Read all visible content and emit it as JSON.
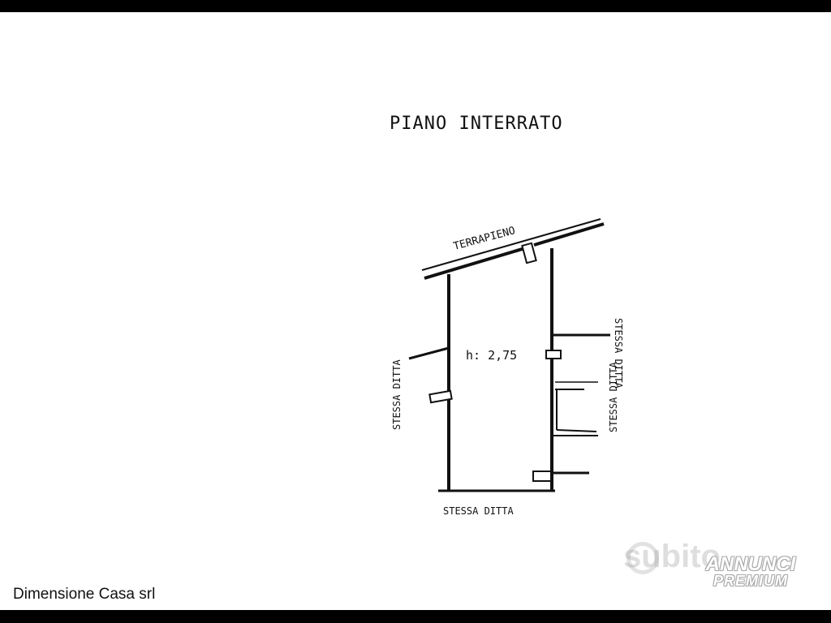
{
  "plan": {
    "title": "PIANO INTERRATO",
    "label_top": "TERRAPIENO",
    "label_height": "h: 2,75",
    "label_left": "STESSA DITTA",
    "label_right_upper": "STESSA DITTA",
    "label_right_lower": "STESSA DITTA",
    "label_bottom": "STESSA DITTA"
  },
  "footer": {
    "agency": "Dimensione Casa srl"
  },
  "watermark": {
    "brand": "subito",
    "badge_line1": "ANNUNCI",
    "badge_line2": "PREMIUM"
  }
}
